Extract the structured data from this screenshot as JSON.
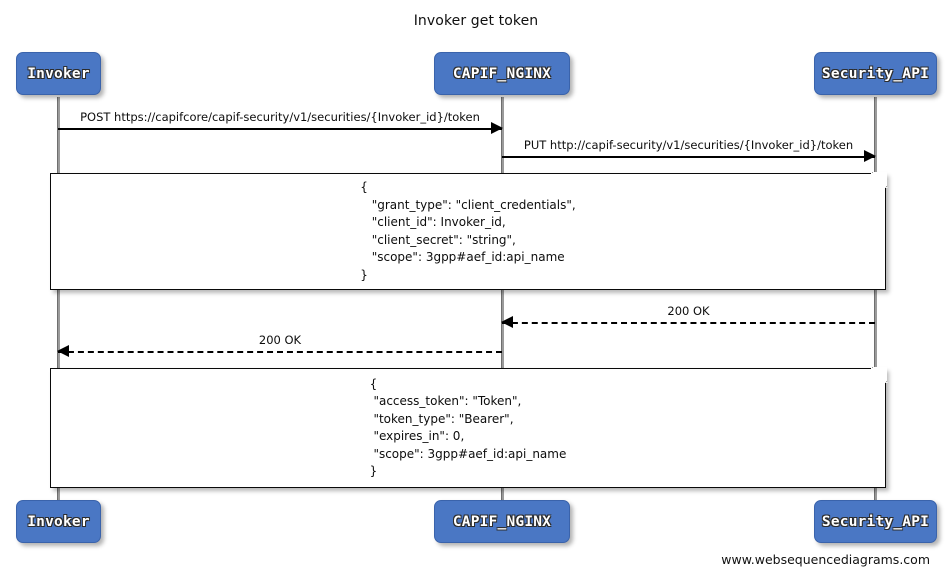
{
  "diagram": {
    "title": "Invoker get token",
    "footer": "www.websequencediagrams.com",
    "accent_color": "#4a77c4",
    "line_color": "#000000",
    "lifeline_color": "#9b9b9b"
  },
  "participants": [
    {
      "id": "invoker",
      "label": "Invoker"
    },
    {
      "id": "nginx",
      "label": "CAPIF_NGINX"
    },
    {
      "id": "security",
      "label": "Security_API"
    }
  ],
  "participants_bottom": [
    {
      "id": "invoker",
      "label": "Invoker"
    },
    {
      "id": "nginx",
      "label": "CAPIF_NGINX"
    },
    {
      "id": "security",
      "label": "Security_API"
    }
  ],
  "messages": [
    {
      "id": "msg-post-token",
      "label": "POST https://capifcore/capif-security/v1/securities/{Invoker_id}/token",
      "from": "invoker",
      "to": "nginx",
      "direction": "right",
      "style": "solid"
    },
    {
      "id": "msg-put-token",
      "label": "PUT http://capif-security/v1/securities/{Invoker_id}/token",
      "from": "nginx",
      "to": "security",
      "direction": "right",
      "style": "solid"
    },
    {
      "id": "msg-200-ok-security",
      "label": "200 OK",
      "from": "security",
      "to": "nginx",
      "direction": "left",
      "style": "dashed"
    },
    {
      "id": "msg-200-ok-invoker",
      "label": "200 OK",
      "from": "nginx",
      "to": "invoker",
      "direction": "left",
      "style": "dashed"
    }
  ],
  "notes": [
    {
      "id": "note-request-body",
      "lines": [
        "{",
        "   \"grant_type\": \"client_credentials\",",
        "   \"client_id\": Invoker_id,",
        "   \"client_secret\": \"string\",",
        "   \"scope\": 3gpp#aef_id:api_name",
        "}"
      ]
    },
    {
      "id": "note-response-body",
      "lines": [
        "{",
        " \"access_token\": \"Token\",",
        " \"token_type\": \"Bearer\",",
        " \"expires_in\": 0,",
        " \"scope\": 3gpp#aef_id:api_name",
        "}"
      ]
    }
  ]
}
